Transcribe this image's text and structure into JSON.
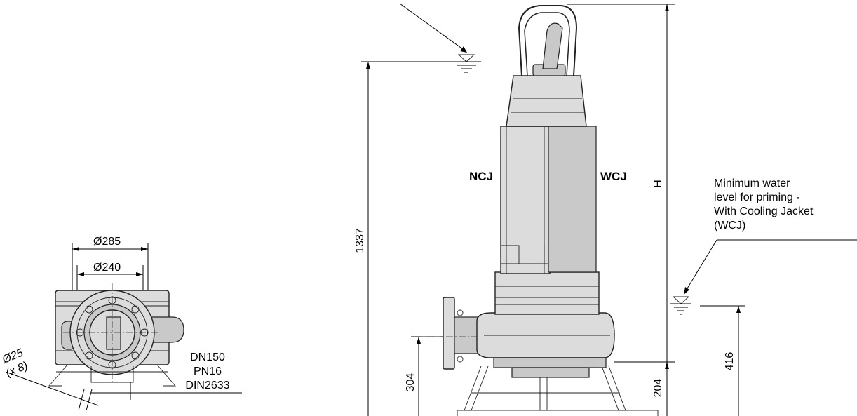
{
  "left_view": {
    "dia_outer": "Ø285",
    "dia_inner": "Ø240",
    "hole_dia": "Ø25",
    "hole_count": "(x 8)",
    "flange_line1": "DN150",
    "flange_line2": "PN16",
    "flange_line3": "DIN2633"
  },
  "side_view": {
    "label_ncj": "NCJ",
    "label_wcj": "WCJ",
    "dim_height_total": "H",
    "dim_ncj_level": "1337",
    "dim_outlet": "304",
    "dim_base": "204",
    "dim_wcj_level": "416",
    "note_line1": "Minimum water",
    "note_line2": "level for priming -",
    "note_line3": "With Cooling Jacket",
    "note_line4": "(WCJ)"
  }
}
